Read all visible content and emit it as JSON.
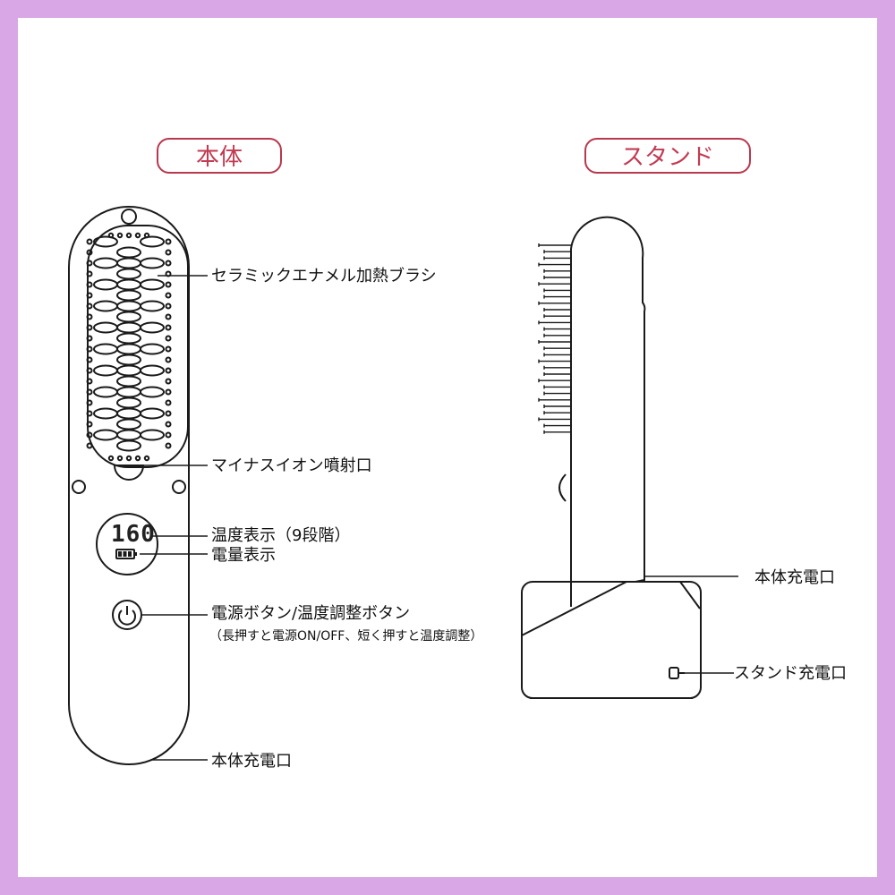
{
  "headers": {
    "body": "本体",
    "stand": "スタンド"
  },
  "display": {
    "temperature": "160"
  },
  "labels": {
    "brush": "セラミックエナメル加熱ブラシ",
    "ion": "マイナスイオン噴射口",
    "temp_display": "温度表示（9段階）",
    "battery_display": "電量表示",
    "power_button": "電源ボタン/温度調整ボタン",
    "power_note": "（長押すと電源ON/OFF、短く押すと温度調整）",
    "body_port": "本体充電口",
    "stand_body_port": "本体充電口",
    "stand_port": "スタンド充電口"
  },
  "icons": {
    "power": "power-icon",
    "battery": "battery-icon",
    "charge_port": "charge-port-icon"
  },
  "colors": {
    "frame": "#d9a6e6",
    "header_border": "#b8384e",
    "header_text": "#c23b52",
    "line": "#1a1a1a"
  }
}
